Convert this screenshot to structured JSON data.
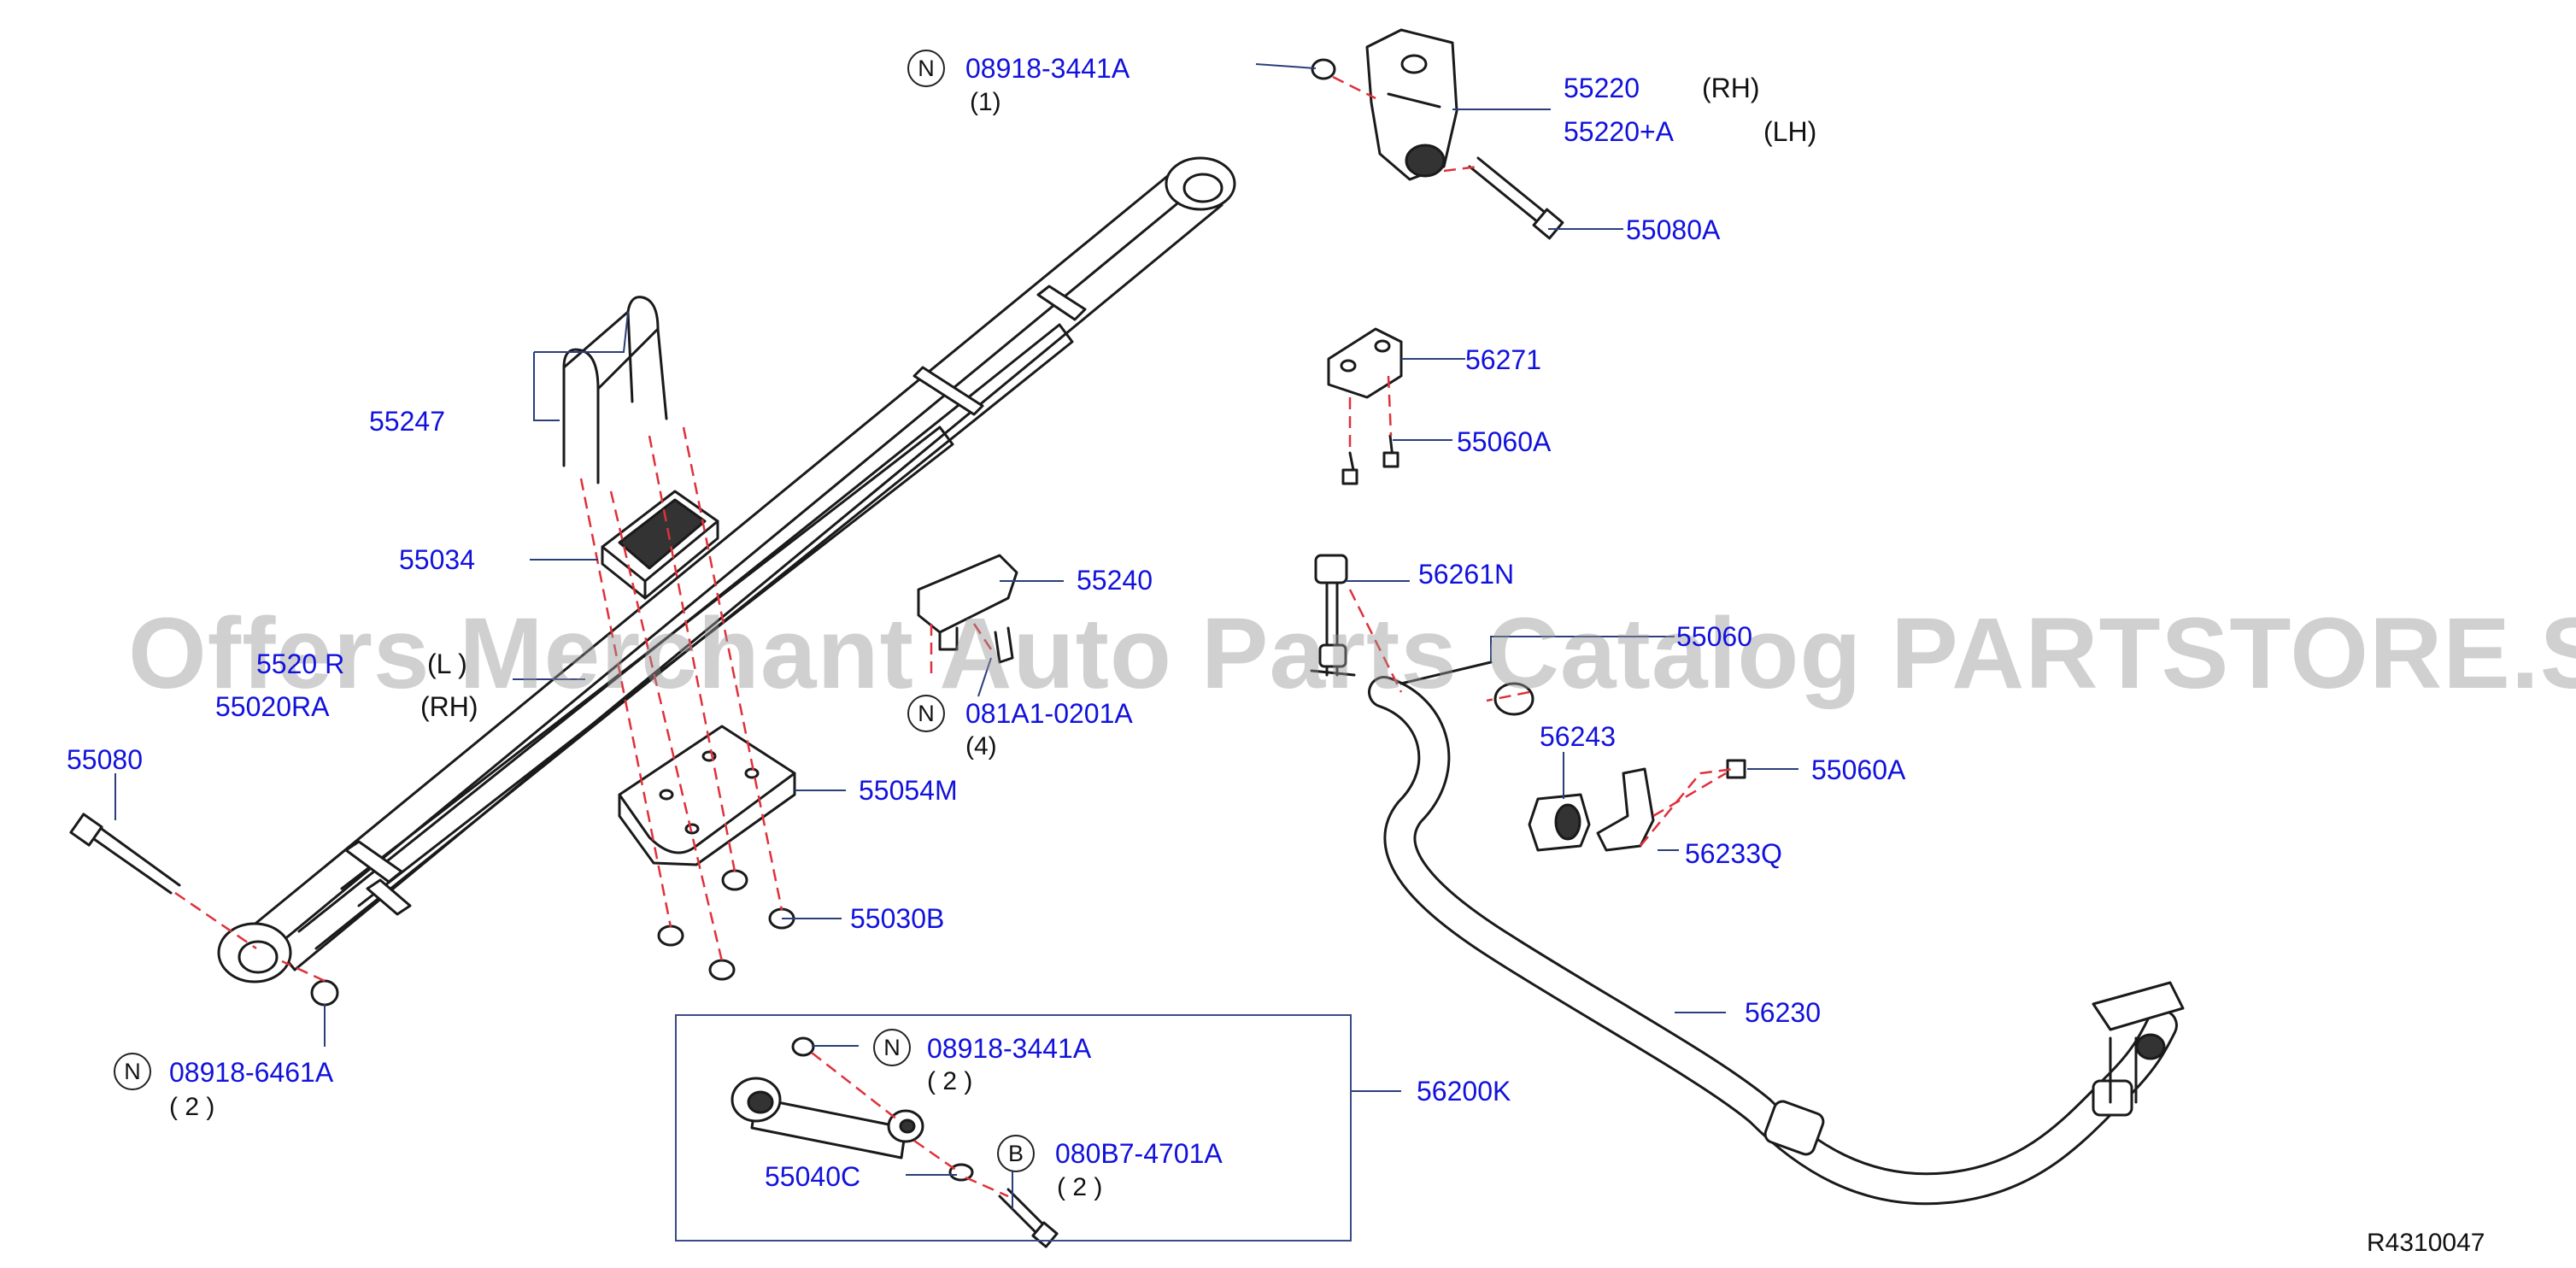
{
  "colors": {
    "part_label": "#1111dd",
    "text": "#111111",
    "leader_line": "#2a3f7a",
    "dashed_line": "#e0303a",
    "outline": "#1a1a1a",
    "watermark": "#969696"
  },
  "watermark": "Offers Merchant Auto Parts Catalog PARTSTORE.SA",
  "reference_code": "R4310047",
  "labels": {
    "p55220": "55220",
    "p55220_side": "(RH)",
    "p55220A": "55220+A",
    "p55220A_side": "(LH)",
    "p55080A": "55080A",
    "p56271": "56271",
    "p55060A_top": "55060A",
    "p56261N": "56261N",
    "p55060_mid": "55060",
    "p56243": "56243",
    "p55060A_mid": "55060A",
    "p56233Q": "56233Q",
    "p56230": "56230",
    "p56200K": "56200K",
    "p55247": "55247",
    "p55034": "55034",
    "p55240": "55240",
    "p55020R": "5520 R",
    "p55020R_side": "(L  )",
    "p55020RA": "55020RA",
    "p55020RA_side": "(RH)",
    "p55080": "55080",
    "p55054M": "55054M",
    "p55030B": "55030B",
    "p55040C": "55040C"
  },
  "callouts": {
    "nut_top": {
      "badge": "N",
      "part": "08918-3441A",
      "qty": "(1)"
    },
    "bolt_081A1": {
      "badge": "N",
      "part": "081A1-0201A",
      "qty": "(4)"
    },
    "nut_left": {
      "badge": "N",
      "part": "08918-6461A",
      "qty": "( 2 )"
    },
    "kit_nut": {
      "badge": "N",
      "part": "08918-3441A",
      "qty": "( 2 )"
    },
    "kit_bolt": {
      "badge": "B",
      "part": "080B7-4701A",
      "qty": "( 2 )"
    }
  }
}
